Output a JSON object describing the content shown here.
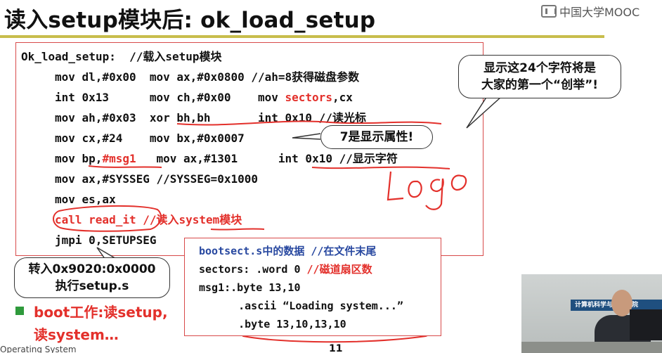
{
  "slide": {
    "title": "读入setup模块后: ok_load_setup",
    "brand": "中国大学MOOC",
    "code_lines": {
      "l0": "Ok_load_setup:  //载入setup模块",
      "l1a": "mov dl,#0x00  mov ax,#0x0800 //ah=8获得磁盘参数",
      "l2a": "int 0x13      mov ch,#0x00    mov ",
      "l2b": "sectors",
      "l2c": ",cx",
      "l3": "mov ah,#0x03  xor bh,bh       int 0x10 //读光标",
      "l4": "mov cx,#24    mov bx,#0x0007",
      "l5a": "mov bp,",
      "l5b": "#msg1",
      "l5c": "   mov ax,#1301      int 0x10 //显示字符",
      "l6": "mov ax,#SYSSEG //SYSSEG=0x1000",
      "l7": "mov es,ax",
      "l8a": "call read_it",
      "l8b": " //读入",
      "l8c": "system",
      "l8d": "模块",
      "l9": "jmpi 0,SETUPSEG"
    },
    "callouts": {
      "top_right_line1": "显示这24个字符将是",
      "top_right_line2": "大家的第一个“创举”!",
      "attribute": "7是显示属性!",
      "jump_line1": "转入0x9020:0x0000",
      "jump_line2": "执行setup.s"
    },
    "data_box": {
      "l1a": "bootsect.s",
      "l1b": "中的数据 //在文件末尾",
      "l2a": "sectors: .word 0 ",
      "l2b": "//磁道扇区数",
      "l3": "msg1:.byte 13,10",
      "l4": "    .ascii “Loading system...”",
      "l5": "    .byte 13,10,13,10"
    },
    "bullet": {
      "line1": "boot工作:读setup,",
      "line2": "读system…"
    },
    "handwriting": "Logo",
    "footer": {
      "left": "Operating System",
      "page": "11"
    },
    "video": {
      "banner": "计算机科学与技术学院"
    },
    "colors": {
      "accent_red": "#e3302b",
      "rule_gold": "#c8bd4c",
      "bullet_green": "#2f9a3c",
      "code_blue": "#2848a0"
    }
  }
}
